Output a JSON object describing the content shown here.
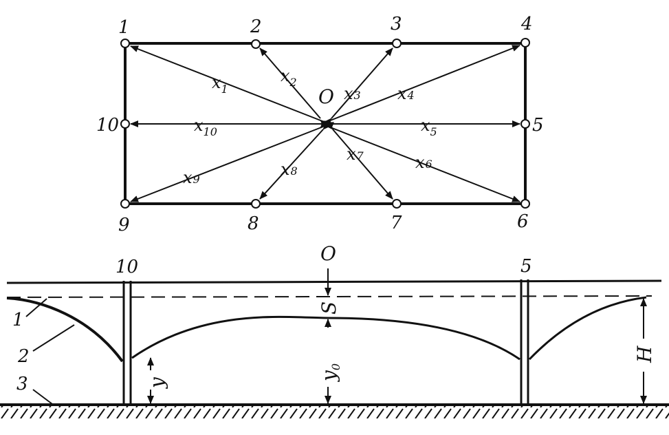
{
  "plan": {
    "points": [
      {
        "id": "1",
        "label": "1"
      },
      {
        "id": "2",
        "label": "2"
      },
      {
        "id": "3",
        "label": "3"
      },
      {
        "id": "4",
        "label": "4"
      },
      {
        "id": "5",
        "label": "5"
      },
      {
        "id": "6",
        "label": "6"
      },
      {
        "id": "7",
        "label": "7"
      },
      {
        "id": "8",
        "label": "8"
      },
      {
        "id": "9",
        "label": "9"
      },
      {
        "id": "10",
        "label": "10"
      }
    ],
    "center_label": "O",
    "vectors": [
      {
        "base": "x",
        "sub": "1"
      },
      {
        "base": "x",
        "sub": "2"
      },
      {
        "base": "x",
        "sub": "3"
      },
      {
        "base": "x",
        "sub": "4"
      },
      {
        "base": "x",
        "sub": "5"
      },
      {
        "base": "x",
        "sub": "6"
      },
      {
        "base": "x",
        "sub": "7"
      },
      {
        "base": "x",
        "sub": "8"
      },
      {
        "base": "x",
        "sub": "9"
      },
      {
        "base": "x",
        "sub": "10"
      }
    ]
  },
  "section": {
    "well_labels": [
      "10",
      "5"
    ],
    "center_label": "O",
    "s_label": "S",
    "y0_base": "y",
    "y0_sub": "0",
    "y_label": "y",
    "h_label": "H",
    "curve_labels": [
      "1",
      "2",
      "3"
    ]
  }
}
